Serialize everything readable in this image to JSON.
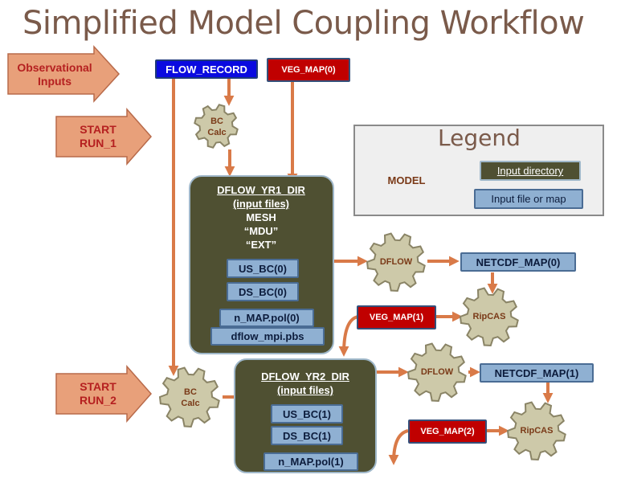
{
  "title": "Simplified Model Coupling Workflow",
  "inputs": {
    "observational": "Observational Inputs",
    "start_run_1": "START RUN_1",
    "start_run_2": "START RUN_2"
  },
  "files": {
    "flow_record": "FLOW_RECORD",
    "veg_map_0": "VEG_MAP(0)",
    "veg_map_1": "VEG_MAP(1)",
    "veg_map_2": "VEG_MAP(2)",
    "netcdf_map_0": "NETCDF_MAP(0)",
    "netcdf_map_1": "NETCDF_MAP(1)"
  },
  "models": {
    "bc_calc": "BC Calc",
    "dflow": "DFLOW",
    "ripcas": "RipCAS"
  },
  "dir_yr1": {
    "name": "DFLOW_YR1_DIR",
    "sub": "(input files)",
    "mesh": "MESH",
    "mdu": "“MDU”",
    "ext": "“EXT”",
    "us_bc": "US_BC(0)",
    "ds_bc": "DS_BC(0)",
    "n_map": "n_MAP.pol(0)",
    "pbs": "dflow_mpi.pbs"
  },
  "dir_yr2": {
    "name": "DFLOW_YR2_DIR",
    "sub": "(input files)",
    "us_bc": "US_BC(1)",
    "ds_bc": "DS_BC(1)",
    "n_map": "n_MAP.pol(1)"
  },
  "legend": {
    "title": "Legend",
    "model": "MODEL",
    "input_directory": "Input directory",
    "input_file": "Input file or map"
  },
  "colors": {
    "title_text": "#7a5a4a",
    "input_arrow_fill": "#e8a07a",
    "input_arrow_text": "#b52020",
    "gear_fill": "#cdc9a9",
    "directory_fill": "#4f5032",
    "file_fill": "#8fb0d2",
    "veg_map_fill": "#c00000",
    "flow_record_fill": "#0a0ae0",
    "connector": "#d97a48"
  }
}
